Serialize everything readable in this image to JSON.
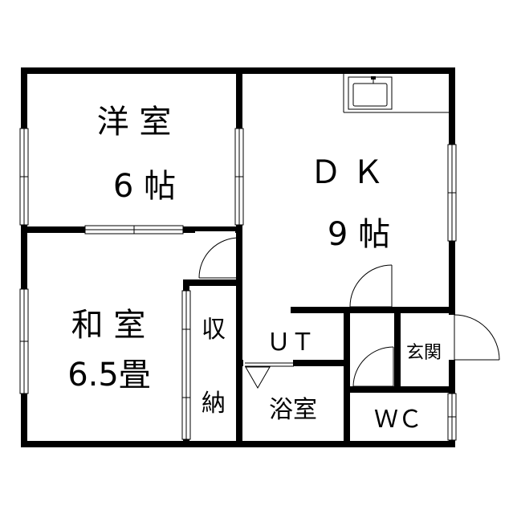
{
  "rooms": {
    "western": {
      "line1": "洋 室",
      "line2": "6 帖"
    },
    "dk": {
      "line1": "Ｄ Ｋ",
      "line2": "9 帖"
    },
    "japanese": {
      "line1": "和 室",
      "line2": "6.5畳"
    },
    "storage": {
      "line1": "収",
      "line2": "納"
    },
    "utility": {
      "label": "ＵＴ"
    },
    "bath": {
      "label": "浴室"
    },
    "entrance": {
      "label": "玄関"
    },
    "toilet": {
      "label": "ＷＣ"
    }
  }
}
